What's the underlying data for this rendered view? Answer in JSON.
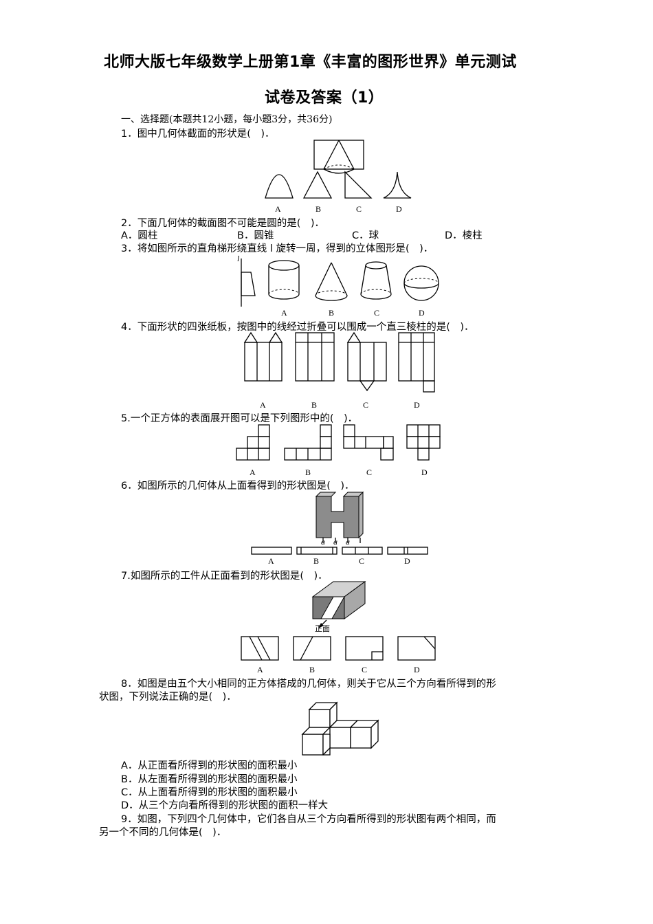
{
  "title": {
    "line1": "北师大版七年级数学上册第1章《丰富的图形世界》单元测试",
    "line2": "试卷及答案（1）"
  },
  "section": "一、选择题(本题共12小题，每小题3分，共36分)",
  "questions": [
    {
      "num": "1",
      "text": "1．图中几何体截面的形状是(　)．",
      "labels": [
        "A",
        "B",
        "C",
        "D"
      ]
    },
    {
      "num": "2",
      "text": "2．下面几何体的截面图不可能是圆的是(　)．",
      "options": [
        "A．圆柱",
        "B．圆锥",
        "C．球",
        "D．棱柱"
      ]
    },
    {
      "num": "3",
      "text": "3．将如图所示的直角梯形绕直线 l 旋转一周，得到的立体图形是(　)．",
      "axis_label": "l",
      "labels": [
        "A",
        "B",
        "C",
        "D"
      ]
    },
    {
      "num": "4",
      "text": "4．下面形状的四张纸板，按图中的线经过折叠可以围成一个直三棱柱的是(　)．",
      "labels": [
        "A",
        "B",
        "C",
        "D"
      ]
    },
    {
      "num": "5",
      "text": "5.一个正方体的表面展开图可以是下列图形中的(　)．",
      "labels": [
        "A",
        "B",
        "C",
        "D"
      ]
    },
    {
      "num": "6",
      "text": "6．如图所示的几何体从上面看得到的形状图是(　)．",
      "dim_labels": [
        "a",
        "a",
        "a"
      ],
      "labels": [
        "A",
        "B",
        "C",
        "D"
      ]
    },
    {
      "num": "7",
      "text": "7.如图所示的工件从正面看到的形状图是(　)．",
      "front_label": "正面",
      "labels": [
        "A",
        "B",
        "C",
        "D"
      ]
    },
    {
      "num": "8",
      "text_line1": "8．如图是由五个大小相同的正方体搭成的几何体，则关于它从三个方向看所得到的形",
      "text_line2": "状图，下列说法正确的是(　)．",
      "options": [
        "A．从正面看所得到的形状图的面积最小",
        "B．从左面看所得到的形状图的面积最小",
        "C．从上面看所得到的形状图的面积最小",
        "D．从三个方向看所得到的形状图的面积一样大"
      ]
    },
    {
      "num": "9",
      "text_line1": "9．如图，下列四个几何体中，它们各自从三个方向看所得到的形状图有两个相同，而",
      "text_line2": "另一个不同的几何体是(　)．"
    }
  ]
}
